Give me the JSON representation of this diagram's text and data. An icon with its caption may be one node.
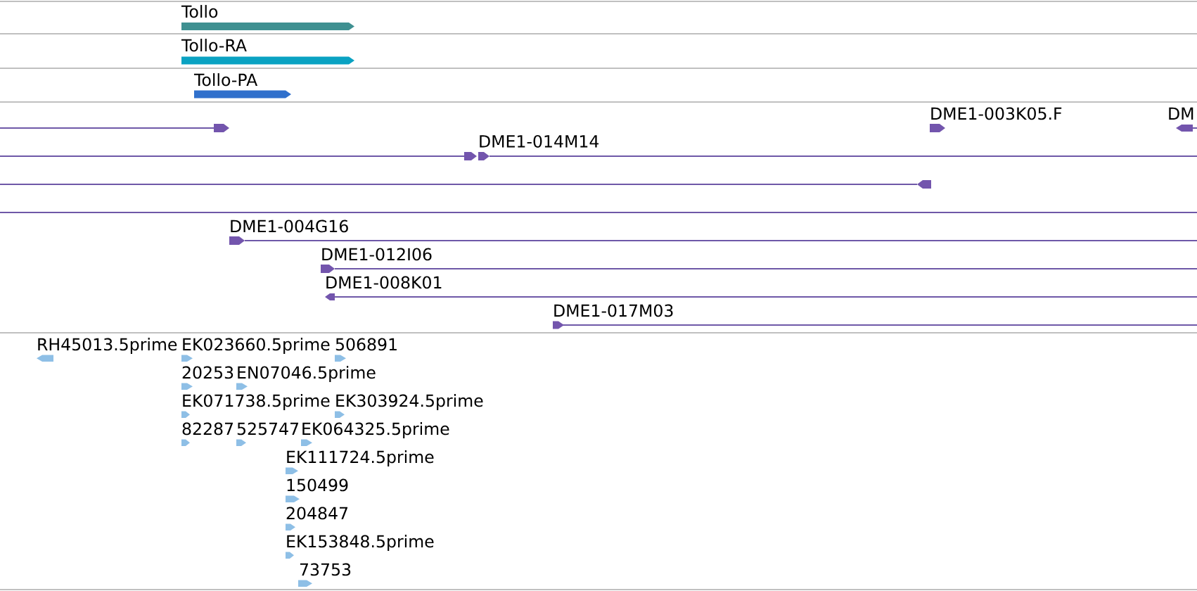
{
  "diagram": {
    "nodes": [
      {
        "text": [
          "Tollo"
        ]
      },
      {
        "text": [
          "Tollo-RA"
        ]
      },
      {
        "text": [
          "Tollo-PA"
        ]
      },
      {
        "text": [],
        "shape": "bar"
      },
      {
        "text": [
          "DME1-003K05.F"
        ]
      },
      {
        "text": [
          "DM"
        ]
      },
      {
        "text": [],
        "shape": "bar"
      },
      {
        "text": [
          "DME1-014M14"
        ]
      },
      {
        "text": [],
        "shape": "bar"
      },
      {
        "text": [
          "DME1-004G16"
        ]
      },
      {
        "text": [
          "DME1-012I06"
        ]
      },
      {
        "text": [
          "DME1-008K01"
        ]
      },
      {
        "text": [
          "DME1-017M03"
        ]
      },
      {
        "text": [
          "RH45013.5prime"
        ]
      },
      {
        "text": [
          "EK023660.5prime"
        ]
      },
      {
        "text": [
          "506891"
        ]
      },
      {
        "text": [
          "20253"
        ]
      },
      {
        "text": [
          "EN07046.5prime"
        ]
      },
      {
        "text": [
          "EK071738.5prime"
        ]
      },
      {
        "text": [
          "EK303924.5prime"
        ]
      },
      {
        "text": [
          "82287"
        ]
      },
      {
        "text": [
          "525747"
        ]
      },
      {
        "text": [
          "EK064325.5prime"
        ]
      },
      {
        "text": [
          "EK111724.5prime"
        ]
      },
      {
        "text": [
          "150499"
        ]
      },
      {
        "text": [
          "204847"
        ]
      },
      {
        "text": [
          "EK153848.5prime"
        ]
      },
      {
        "text": [
          "73753"
        ]
      }
    ]
  }
}
